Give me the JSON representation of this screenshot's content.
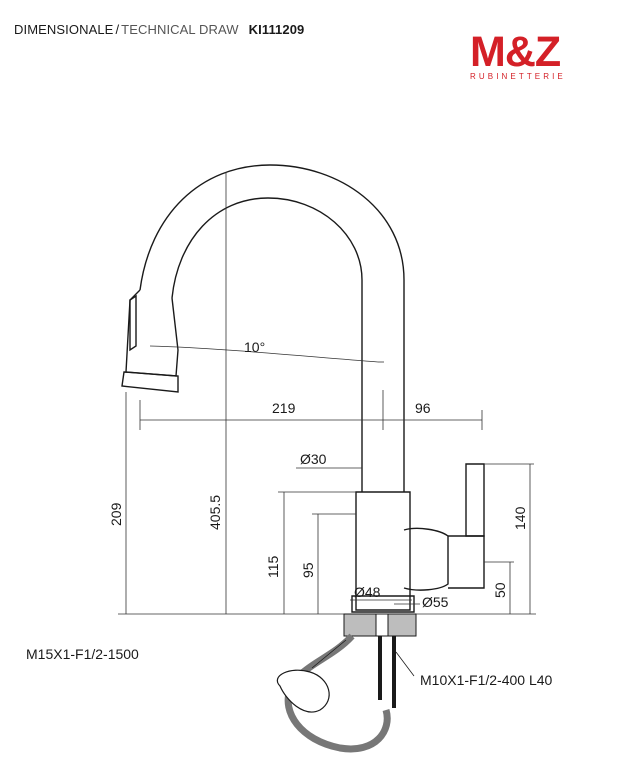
{
  "header": {
    "title": "DIMENSIONALE",
    "separator": "/",
    "subtitle": "TECHNICAL DRAW",
    "code": "KI111209"
  },
  "brand": {
    "logo_text": "M&Z",
    "tagline": "RUBINETTERIE",
    "color": "#d42027"
  },
  "dimensions": {
    "angle": "10°",
    "reach": "219",
    "handle_offset": "96",
    "spout_diameter": "Ø30",
    "spout_height": "209",
    "total_height": "405.5",
    "body_height": "115",
    "base_height": "95",
    "handle_height": "140",
    "handle_base": "50",
    "body_diameter": "Ø48",
    "base_diameter": "Ø55"
  },
  "notes": {
    "hose": "M15X1-F1/2-1500",
    "supply": "M10X1-F1/2-400 L40"
  }
}
